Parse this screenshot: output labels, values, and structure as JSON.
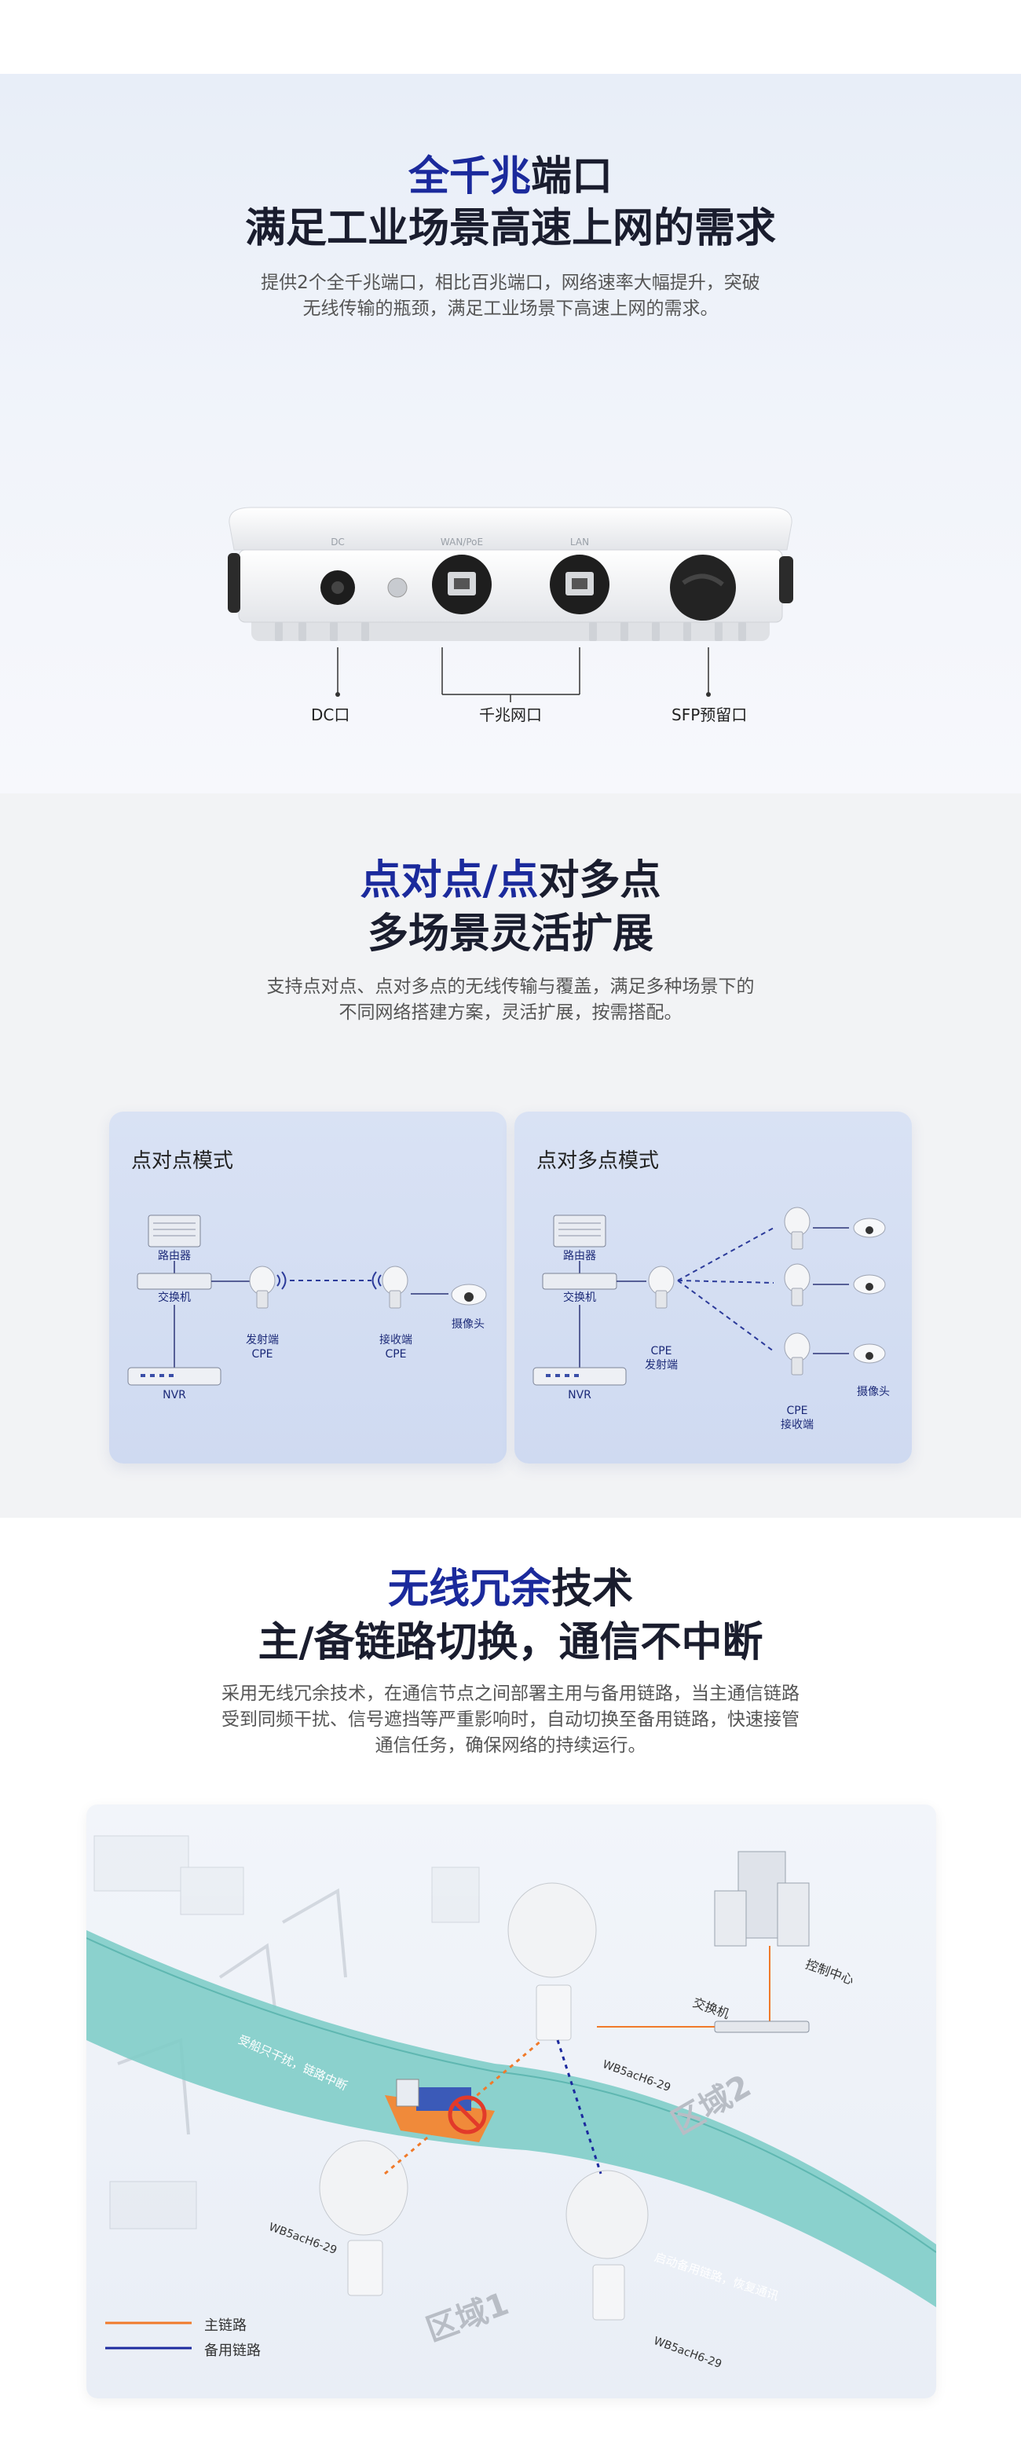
{
  "section1": {
    "title_line1_highlight": "全千兆",
    "title_line1_rest": "端口",
    "title_line2": "满足工业场景高速上网的需求",
    "desc_line1": "提供2个全千兆端口，相比百兆端口，网络速率大幅提升，突破",
    "desc_line2": "无线传输的瓶颈，满足工业场景下高速上网的需求。",
    "device_markings": {
      "dc": "DC",
      "wan": "WAN/PoE",
      "lan": "LAN"
    },
    "labels": {
      "dc": "DC口",
      "gigabit": "千兆网口",
      "sfp": "SFP预留口"
    }
  },
  "section2": {
    "title_line1_highlight": "点对点/点",
    "title_line1_rest": "对多点",
    "title_line2": "多场景灵活扩展",
    "desc_line1": "支持点对点、点对多点的无线传输与覆盖，满足多种场景下的",
    "desc_line2": "不同网络搭建方案，灵活扩展，按需搭配。",
    "p2p": {
      "title": "点对点模式",
      "router": "路由器",
      "switch": "交换机",
      "nvr": "NVR",
      "tx_line1": "发射端",
      "tx_line2": "CPE",
      "rx_line1": "接收端",
      "rx_line2": "CPE",
      "camera": "摄像头"
    },
    "p2mp": {
      "title": "点对多点模式",
      "router": "路由器",
      "switch": "交换机",
      "nvr": "NVR",
      "tx_line1": "CPE",
      "tx_line2": "发射端",
      "rx_line1": "CPE",
      "rx_line2": "接收端",
      "camera": "摄像头"
    }
  },
  "section3": {
    "title_line1_highlight": "无线冗余",
    "title_line1_rest": "技术",
    "title_line2": "主/备链路切换，通信不中断",
    "desc_line1": "采用无线冗余技术，在通信节点之间部署主用与备用链路，当主通信链路",
    "desc_line2": "受到同频干扰、信号遮挡等严重影响时，自动切换至备用链路，快速接管",
    "desc_line3": "通信任务，确保网络的持续运行。",
    "scene": {
      "control_center": "控制中心",
      "switch": "交换机",
      "device1": "WB5acH6-29",
      "device2": "WB5acH6-29",
      "device3": "WB5acH6-29",
      "interference": "受船只干扰，链路中断",
      "backup_start": "启动备用链路，恢复通讯",
      "area1": "区域1",
      "area2": "区域2",
      "legend_main": "主链路",
      "legend_backup": "备用链路"
    }
  },
  "colors": {
    "title_highlight": "#1b2a9c",
    "main_link": "#f07a2a",
    "backup_link": "#1c2a9e",
    "river": "#7fcdc8"
  }
}
